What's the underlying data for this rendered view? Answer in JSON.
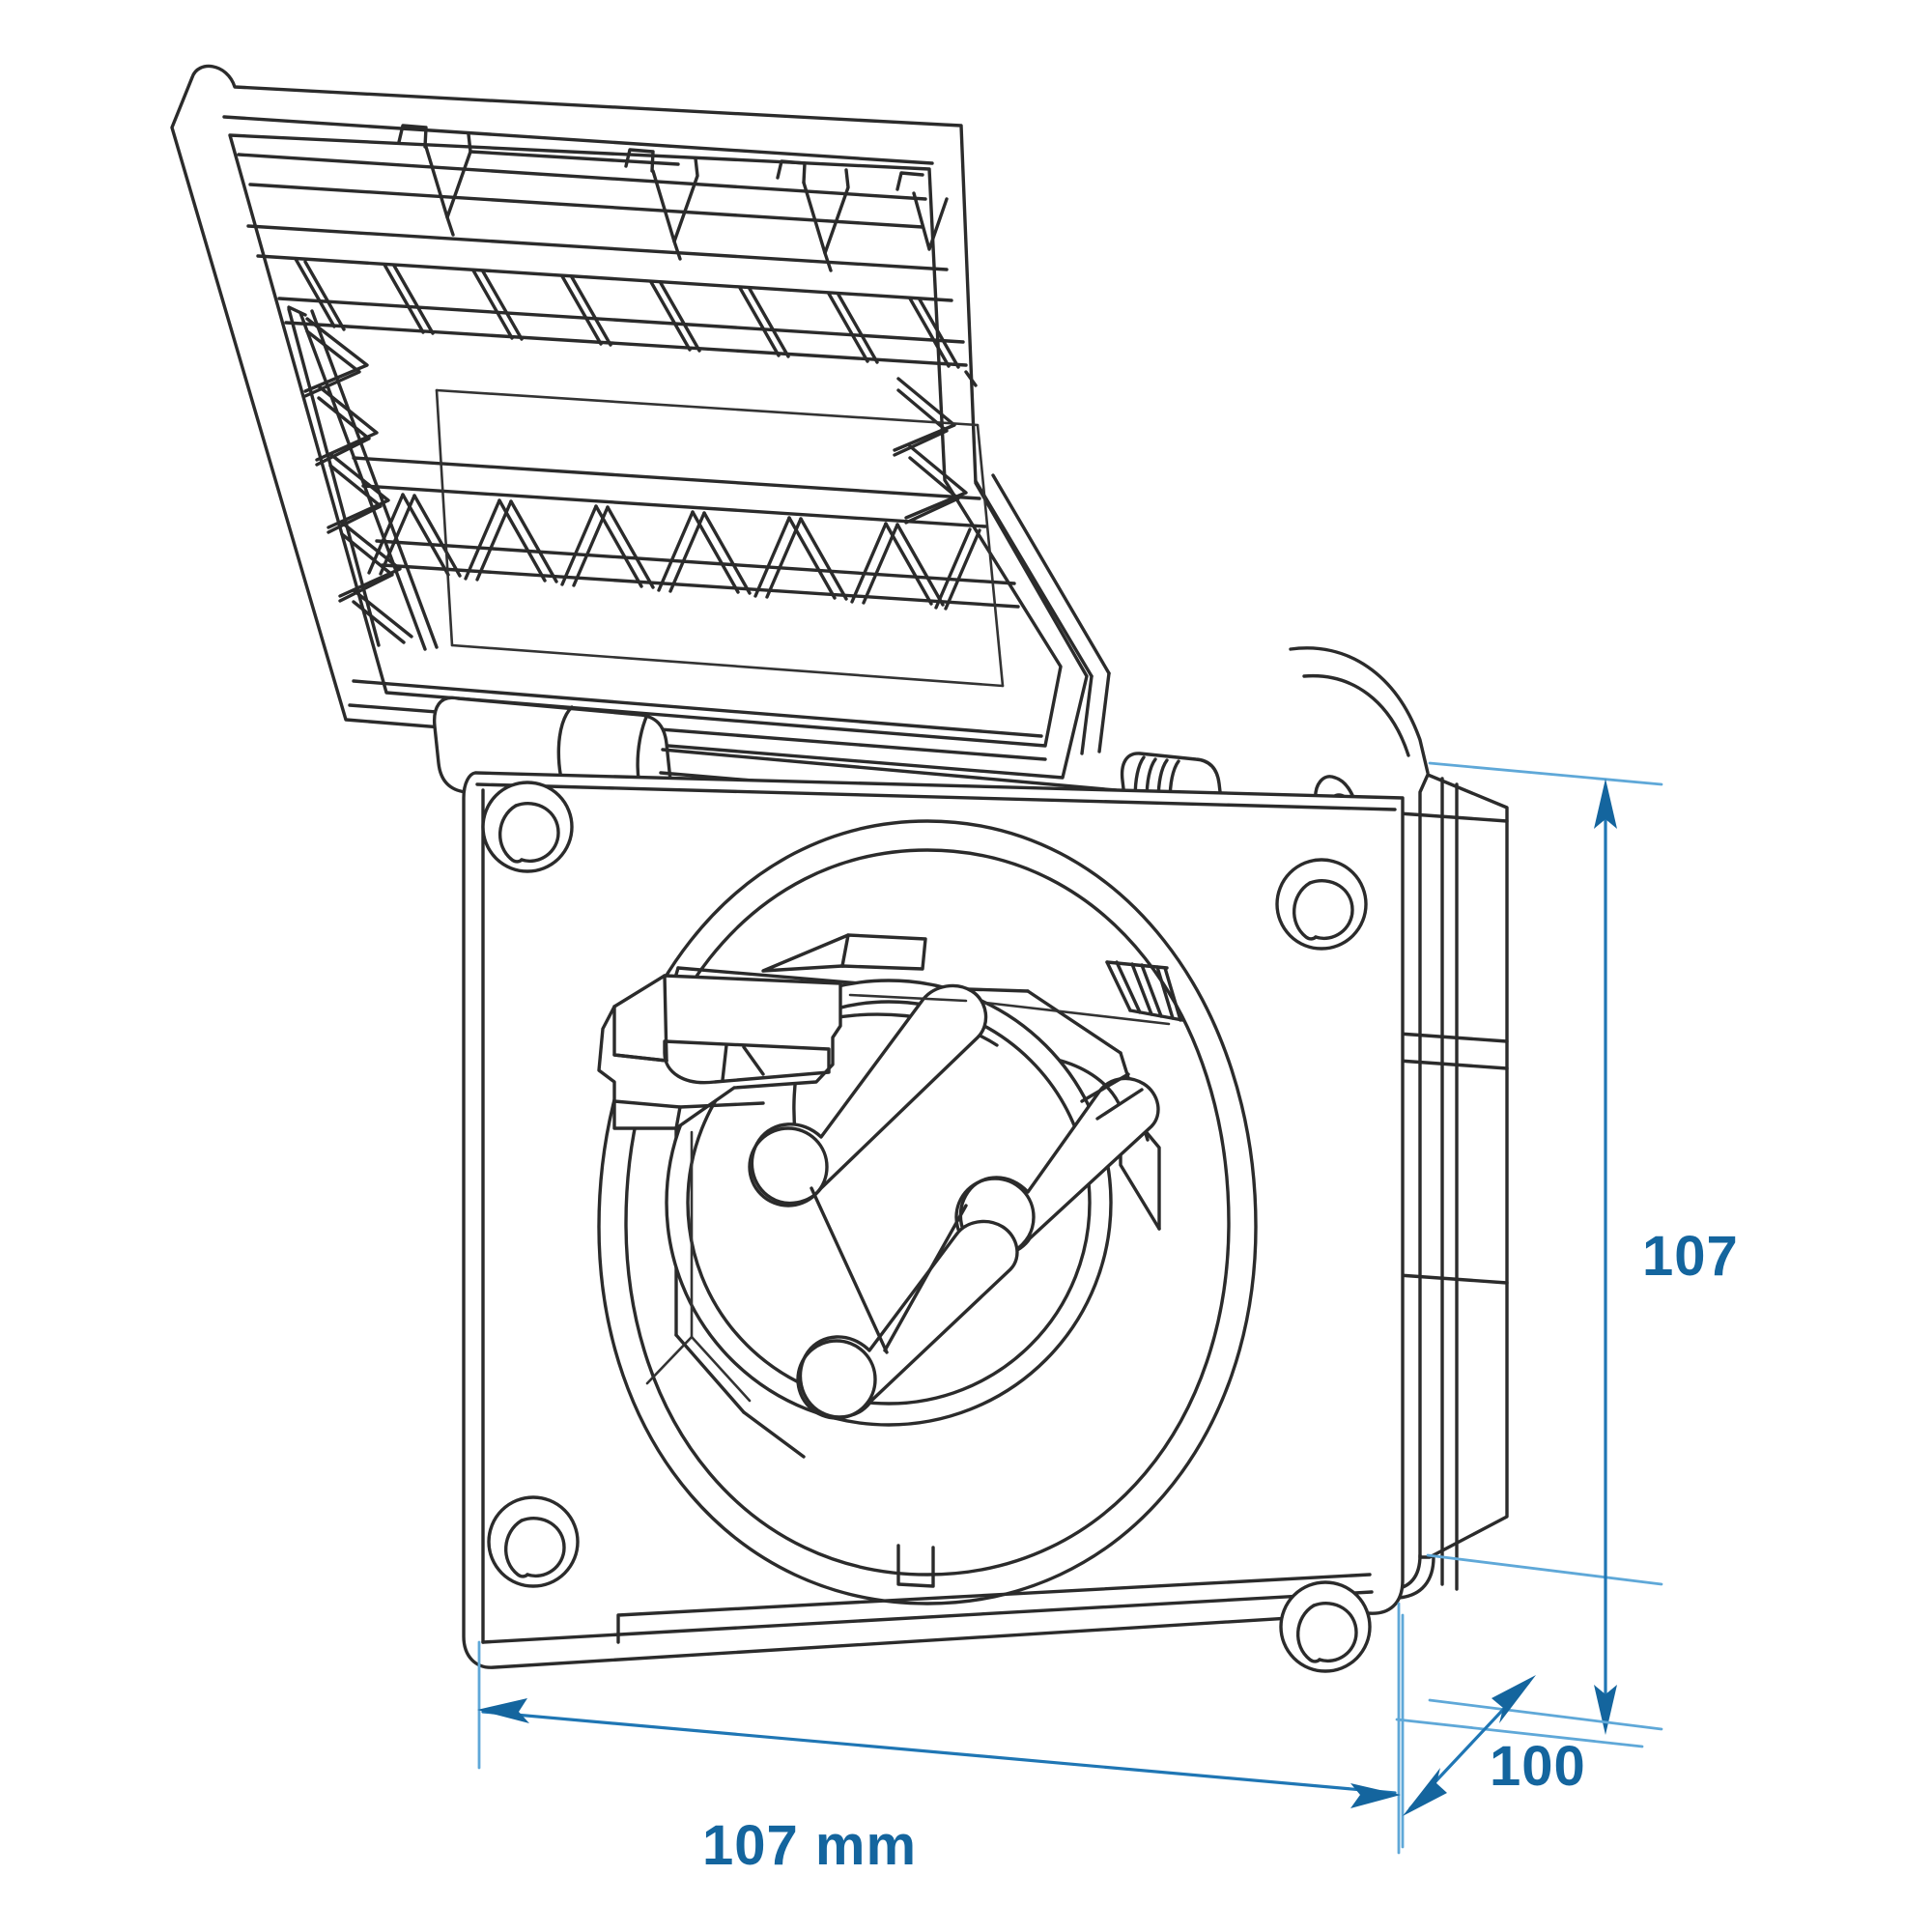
{
  "drawing": {
    "title": "Exterior power inlet socket with hinged flip lid",
    "view": "isometric dimensioned outline drawing",
    "background_color": "#ffffff",
    "line_color": "#2b2b2b",
    "dimension_color": "#14659e",
    "dimension_extension_color": "#5fa8d8"
  },
  "dimensions": {
    "height": {
      "value": "107",
      "label": "107",
      "orientation": "vertical",
      "position": "right",
      "measures": "overall flange height"
    },
    "width": {
      "value": "107 mm",
      "label": "107 mm",
      "orientation": "horizontal",
      "position": "bottom",
      "measures": "overall flange width"
    },
    "depth": {
      "value": "100",
      "label": "100",
      "orientation": "diagonal",
      "position": "bottom-right",
      "measures": "overall body depth"
    }
  },
  "components": {
    "lid": {
      "name": "hinged-flip-lid",
      "detail": "open cover with chevron reinforcing ribs"
    },
    "hinge": {
      "name": "hinge-barrel",
      "detail": "cylindrical hinge with torsion spring"
    },
    "flange": {
      "name": "mounting-flange",
      "detail": "square face plate with four corner screw holes"
    },
    "socket": {
      "name": "three-pin-socket",
      "detail": "recessed round socket with three cylindrical pins"
    },
    "latch": {
      "name": "latch-hook",
      "detail": "moulded catch hook on the flange face"
    },
    "body": {
      "name": "housing-body",
      "detail": "rear enclosure extending behind the flange"
    },
    "screw_holes": {
      "name": "corner-screw-hole",
      "count": 4
    }
  }
}
